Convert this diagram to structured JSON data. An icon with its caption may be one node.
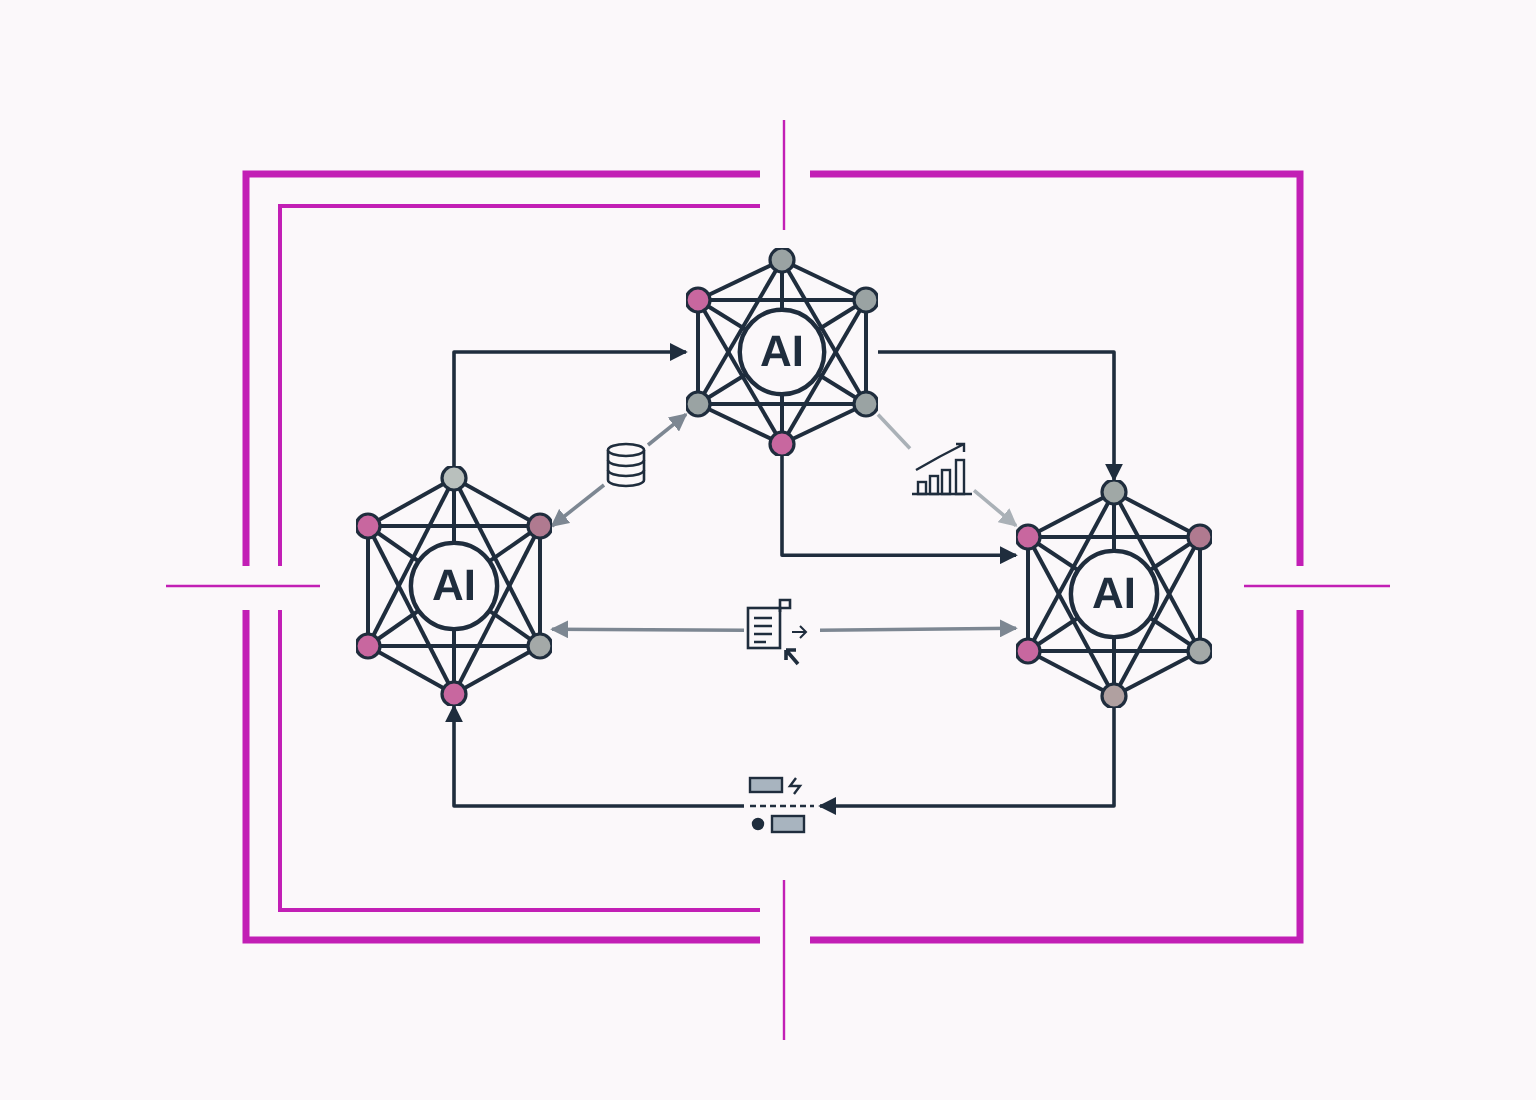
{
  "diagram": {
    "nodes": [
      {
        "text": [
          "AI"
        ]
      },
      {
        "text": [
          "AI"
        ]
      },
      {
        "text": [
          "AI"
        ]
      },
      {
        "text": [],
        "shape": "picture"
      },
      {
        "text": [],
        "shape": "picture"
      },
      {
        "text": [],
        "shape": "picture"
      },
      {
        "text": [],
        "shape": "picture"
      }
    ],
    "edges": [
      {
        "from": 0,
        "to": 1,
        "arrow": "to"
      },
      {
        "from": 1,
        "to": 2,
        "arrow": "to"
      },
      {
        "from": 1,
        "to": 2,
        "arrow": "to"
      },
      {
        "from": 2,
        "to": 6,
        "arrow": "to"
      },
      {
        "from": 6,
        "to": 0,
        "arrow": "to"
      },
      {
        "from": 3,
        "to": 0,
        "arrow": "to",
        "color": "#7d8792"
      },
      {
        "from": 3,
        "to": 1,
        "arrow": "to",
        "color": "#7d8792"
      },
      {
        "from": 1,
        "to": 4,
        "arrow": "none",
        "color": "#aab1b7"
      },
      {
        "from": 4,
        "to": 2,
        "arrow": "to",
        "color": "#aab1b7"
      },
      {
        "from": 5,
        "to": 0,
        "arrow": "to",
        "color": "#7d8792"
      },
      {
        "from": 5,
        "to": 2,
        "arrow": "to",
        "color": "#7d8792"
      }
    ]
  }
}
